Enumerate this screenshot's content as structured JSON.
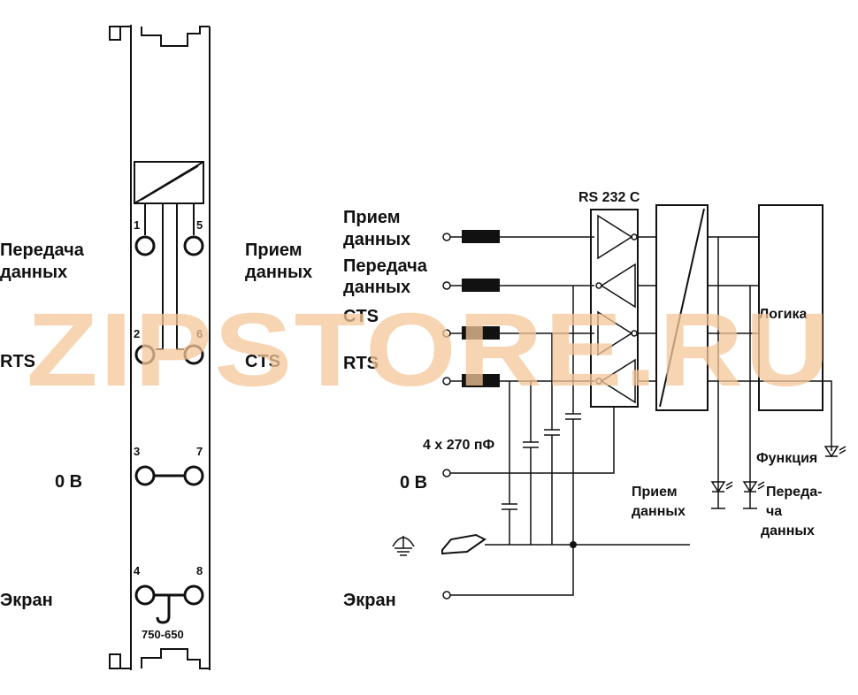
{
  "watermark": "ZIPSTORE.RU",
  "module": {
    "model": "750-650",
    "pins": [
      "1",
      "2",
      "3",
      "4",
      "5",
      "6",
      "7",
      "8"
    ]
  },
  "left_labels": {
    "tx_line1": "Передача",
    "tx_line2": "данных",
    "rts": "RTS",
    "zero_v": "0 В",
    "shield": "Экран"
  },
  "middle_labels": {
    "rx_line1": "Прием",
    "rx_line2": "данных",
    "cts": "CTS"
  },
  "schematic": {
    "rx_line1": "Прием",
    "rx_line2": "данных",
    "tx_line1": "Передача",
    "tx_line2": "данных",
    "cts": "CTS",
    "rts": "RTS",
    "zero_v": "0 В",
    "shield": "Экран",
    "capacitors": "4 x 270 пФ",
    "rs232": "RS 232 C",
    "logic": "Логика"
  },
  "leds": {
    "function": "Функция",
    "rx_line1": "Прием",
    "rx_line2": "данных",
    "tx_line1": "Переда-",
    "tx_line2": "ча",
    "tx_line3": "данных"
  }
}
